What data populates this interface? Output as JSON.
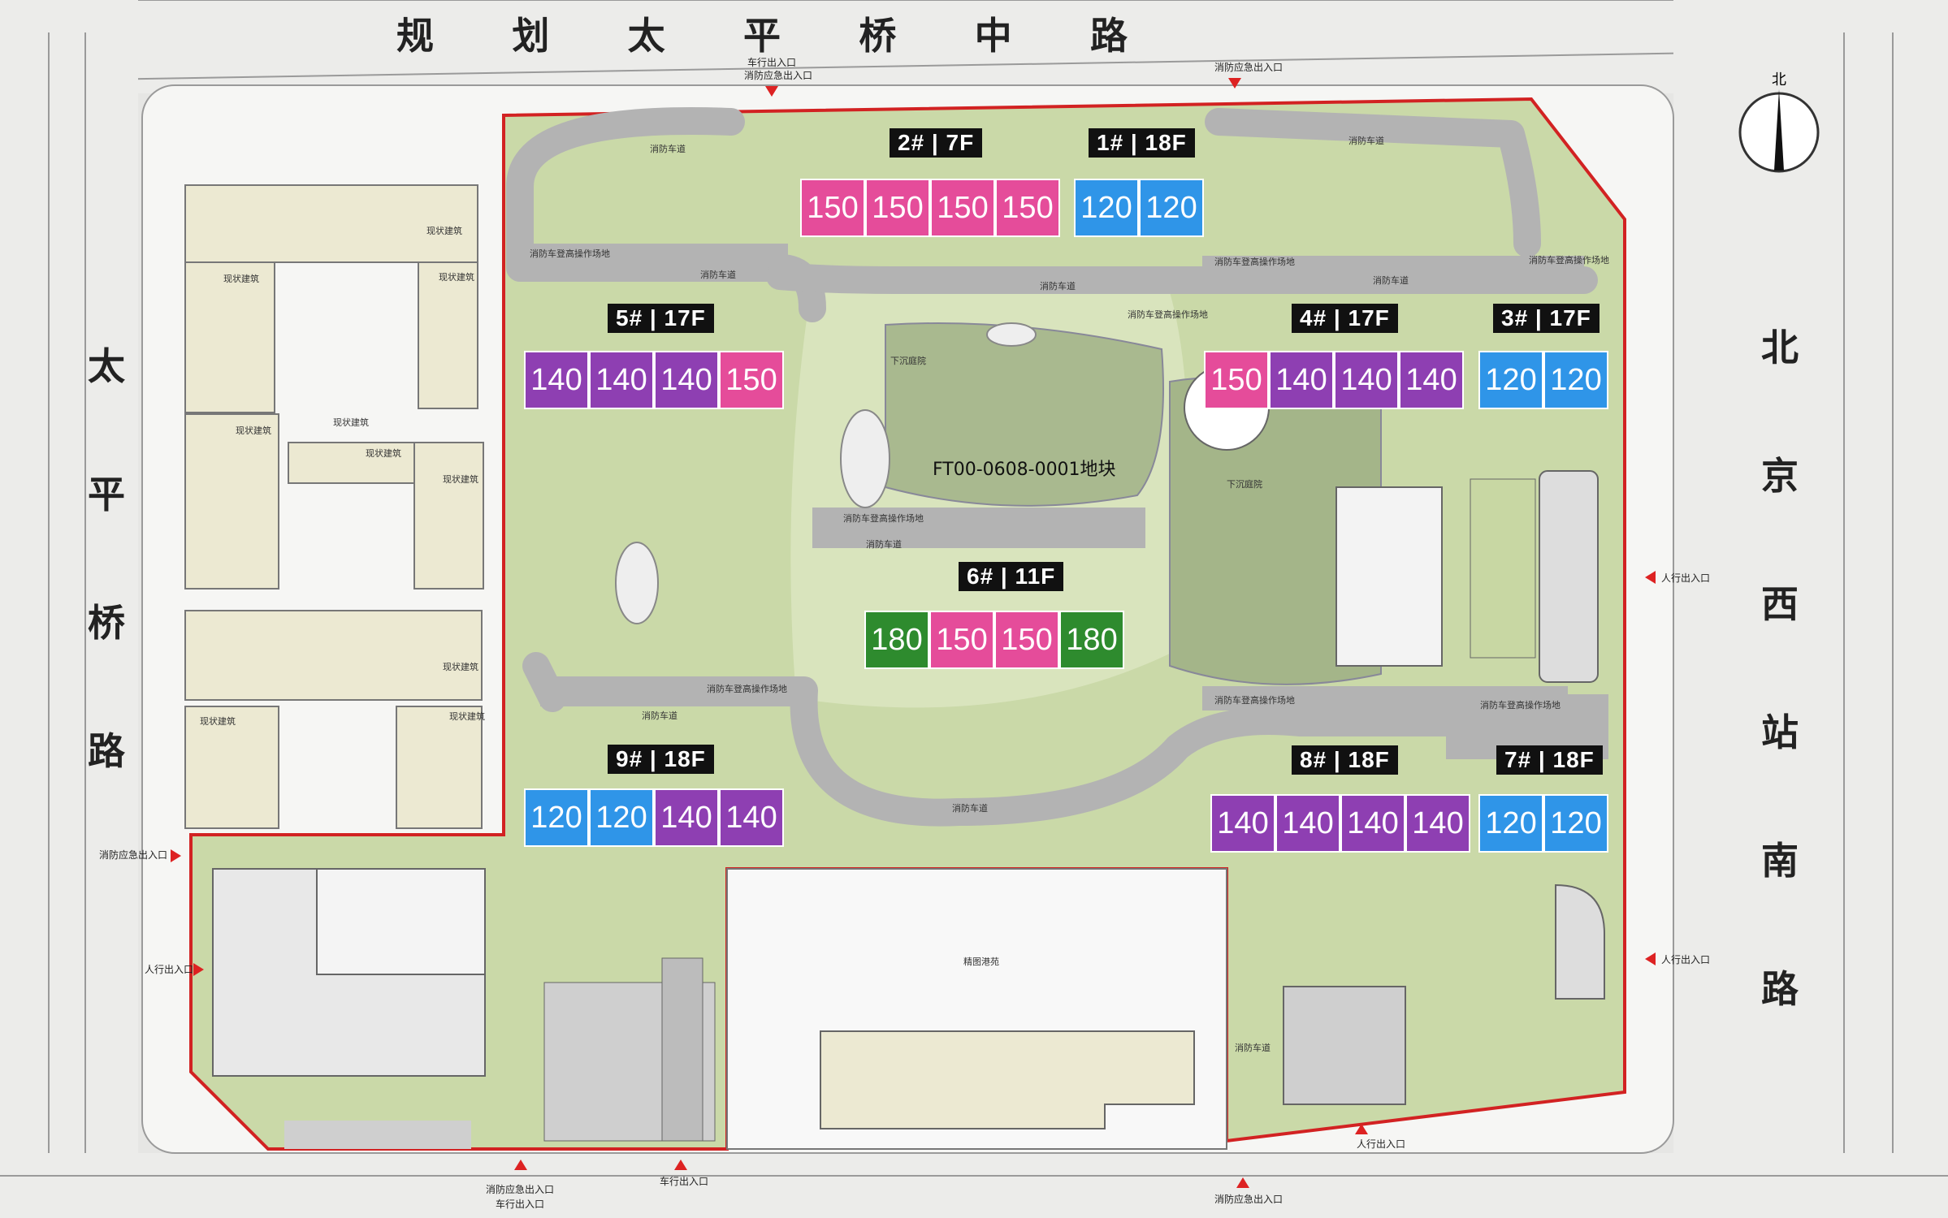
{
  "roads": {
    "north": [
      "规",
      "划",
      "太",
      "平",
      "桥",
      "中",
      "路"
    ],
    "west": [
      "太",
      "平",
      "桥",
      "路"
    ],
    "east": [
      "北",
      "京",
      "西",
      "站",
      "南",
      "路"
    ]
  },
  "compass": {
    "label": "北"
  },
  "center_label": "FT00-0608-0001地块",
  "colors": {
    "120": "#2f95e8",
    "140": "#8e3fb2",
    "150": "#e54c9a",
    "180": "#2e8b2e",
    "site_green": "#c9d8a6",
    "road_gray": "#b5b5b5",
    "boundary": "#d22222"
  },
  "buildings": [
    {
      "id": "b2",
      "tag": "2# | 7F",
      "units": [
        150,
        150,
        150,
        150
      ]
    },
    {
      "id": "b1",
      "tag": "1# | 18F",
      "units": [
        120,
        120
      ]
    },
    {
      "id": "b5",
      "tag": "5# | 17F",
      "units": [
        140,
        140,
        140,
        150
      ]
    },
    {
      "id": "b4",
      "tag": "4# | 17F",
      "units": [
        150,
        140,
        140,
        140
      ]
    },
    {
      "id": "b3",
      "tag": "3# | 17F",
      "units": [
        120,
        120
      ]
    },
    {
      "id": "b6",
      "tag": "6# | 11F",
      "units": [
        180,
        150,
        150,
        180
      ]
    },
    {
      "id": "b9",
      "tag": "9# | 18F",
      "units": [
        120,
        120,
        140,
        140
      ]
    },
    {
      "id": "b8",
      "tag": "8# | 18F",
      "units": [
        140,
        140,
        140,
        140
      ]
    },
    {
      "id": "b7",
      "tag": "7# | 18F",
      "units": [
        120,
        120
      ]
    }
  ],
  "annotations": {
    "car_entry_top": "车行出入口",
    "fire_entry_top": "消防应急出入口",
    "fire_entry_top2": "消防应急出入口",
    "fire_entry_left": "消防应急出入口",
    "ped_entry_left": "人行出入口",
    "ped_entry_right1": "人行出入口",
    "ped_entry_right2": "人行出入口",
    "fire_entry_bottom": "消防应急出入口",
    "car_entry_bottom": "车行出入口",
    "car_entry_bottom2": "车行出入口",
    "fire_entry_bottom2": "消防应急出入口",
    "ped_entry_bottom": "人行出入口",
    "existing_building": "现状建筑",
    "fire_lane": "消防车道",
    "fire_platform": "消防车登高操作场地",
    "sunken_courtyard": "下沉庭院",
    "school": "精图港苑"
  }
}
